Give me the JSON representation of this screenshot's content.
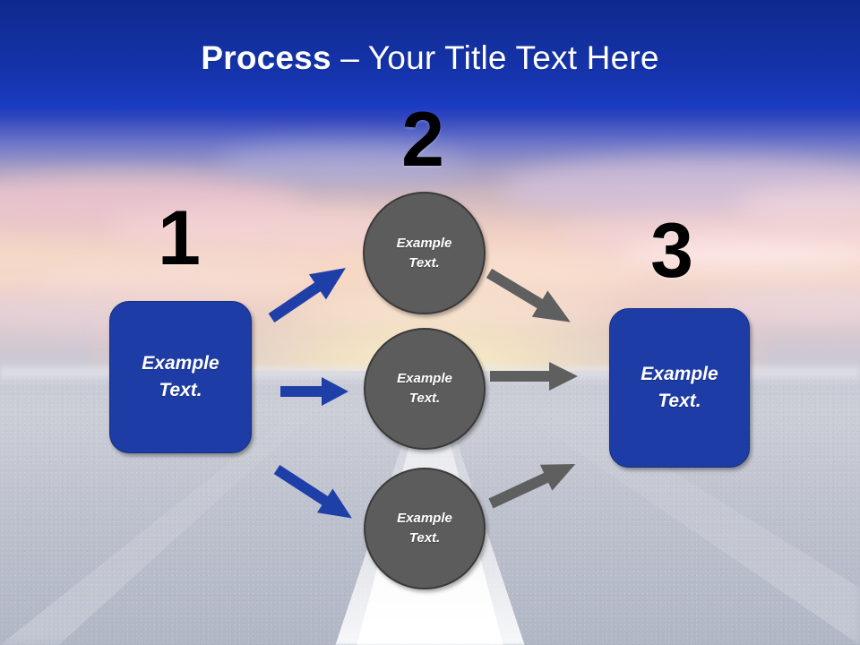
{
  "slide": {
    "title_strong": "Process",
    "title_rest": " – Your Title Text Here",
    "background_description": "sunset sky over a straight road with white center line"
  },
  "colors": {
    "title_band_dark": "#0F2A8E",
    "title_band_light": "#1A3AC0",
    "box_blue": "#1E3CA5",
    "circle_gray": "#5C5C5C",
    "circle_outline": "#3A3A3A",
    "arrow_blue": "#1F3FA8",
    "arrow_gray": "#5F5F5F",
    "number_black": "#000000",
    "text_white": "#FFFFFF"
  },
  "steps": [
    {
      "number": "1",
      "label": "step-one"
    },
    {
      "number": "2",
      "label": "step-two"
    },
    {
      "number": "3",
      "label": "step-three"
    }
  ],
  "boxes": {
    "left": {
      "line1": "Example",
      "line2": "Text."
    },
    "right": {
      "line1": "Example",
      "line2": "Text."
    }
  },
  "circles": [
    {
      "line1": "Example",
      "line2": "Text.",
      "position": "top"
    },
    {
      "line1": "Example",
      "line2": "Text.",
      "position": "middle"
    },
    {
      "line1": "Example",
      "line2": "Text.",
      "position": "bottom"
    }
  ],
  "arrows": [
    {
      "name": "blue-arrow-up-right",
      "color": "#1F3FA8",
      "direction": "up-right"
    },
    {
      "name": "blue-arrow-right",
      "color": "#1F3FA8",
      "direction": "right"
    },
    {
      "name": "blue-arrow-down-right",
      "color": "#1F3FA8",
      "direction": "down-right"
    },
    {
      "name": "gray-arrow-down-right",
      "color": "#5F5F5F",
      "direction": "down-right"
    },
    {
      "name": "gray-arrow-right",
      "color": "#5F5F5F",
      "direction": "right"
    },
    {
      "name": "gray-arrow-up-right",
      "color": "#5F5F5F",
      "direction": "up-right"
    }
  ]
}
